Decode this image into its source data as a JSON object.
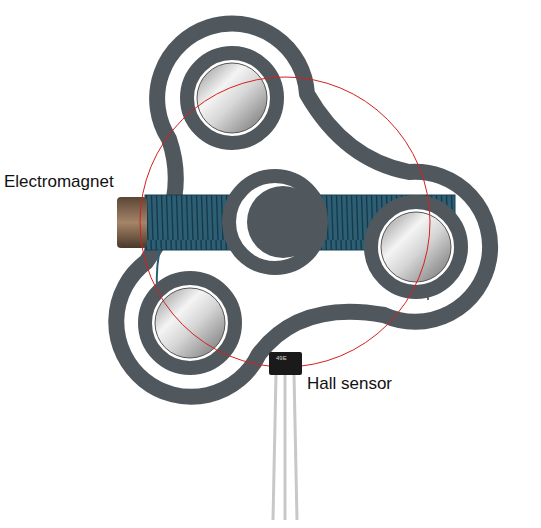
{
  "diagram": {
    "labels": [
      "Electromagnet",
      "Hall sensor",
      "49E"
    ]
  }
}
